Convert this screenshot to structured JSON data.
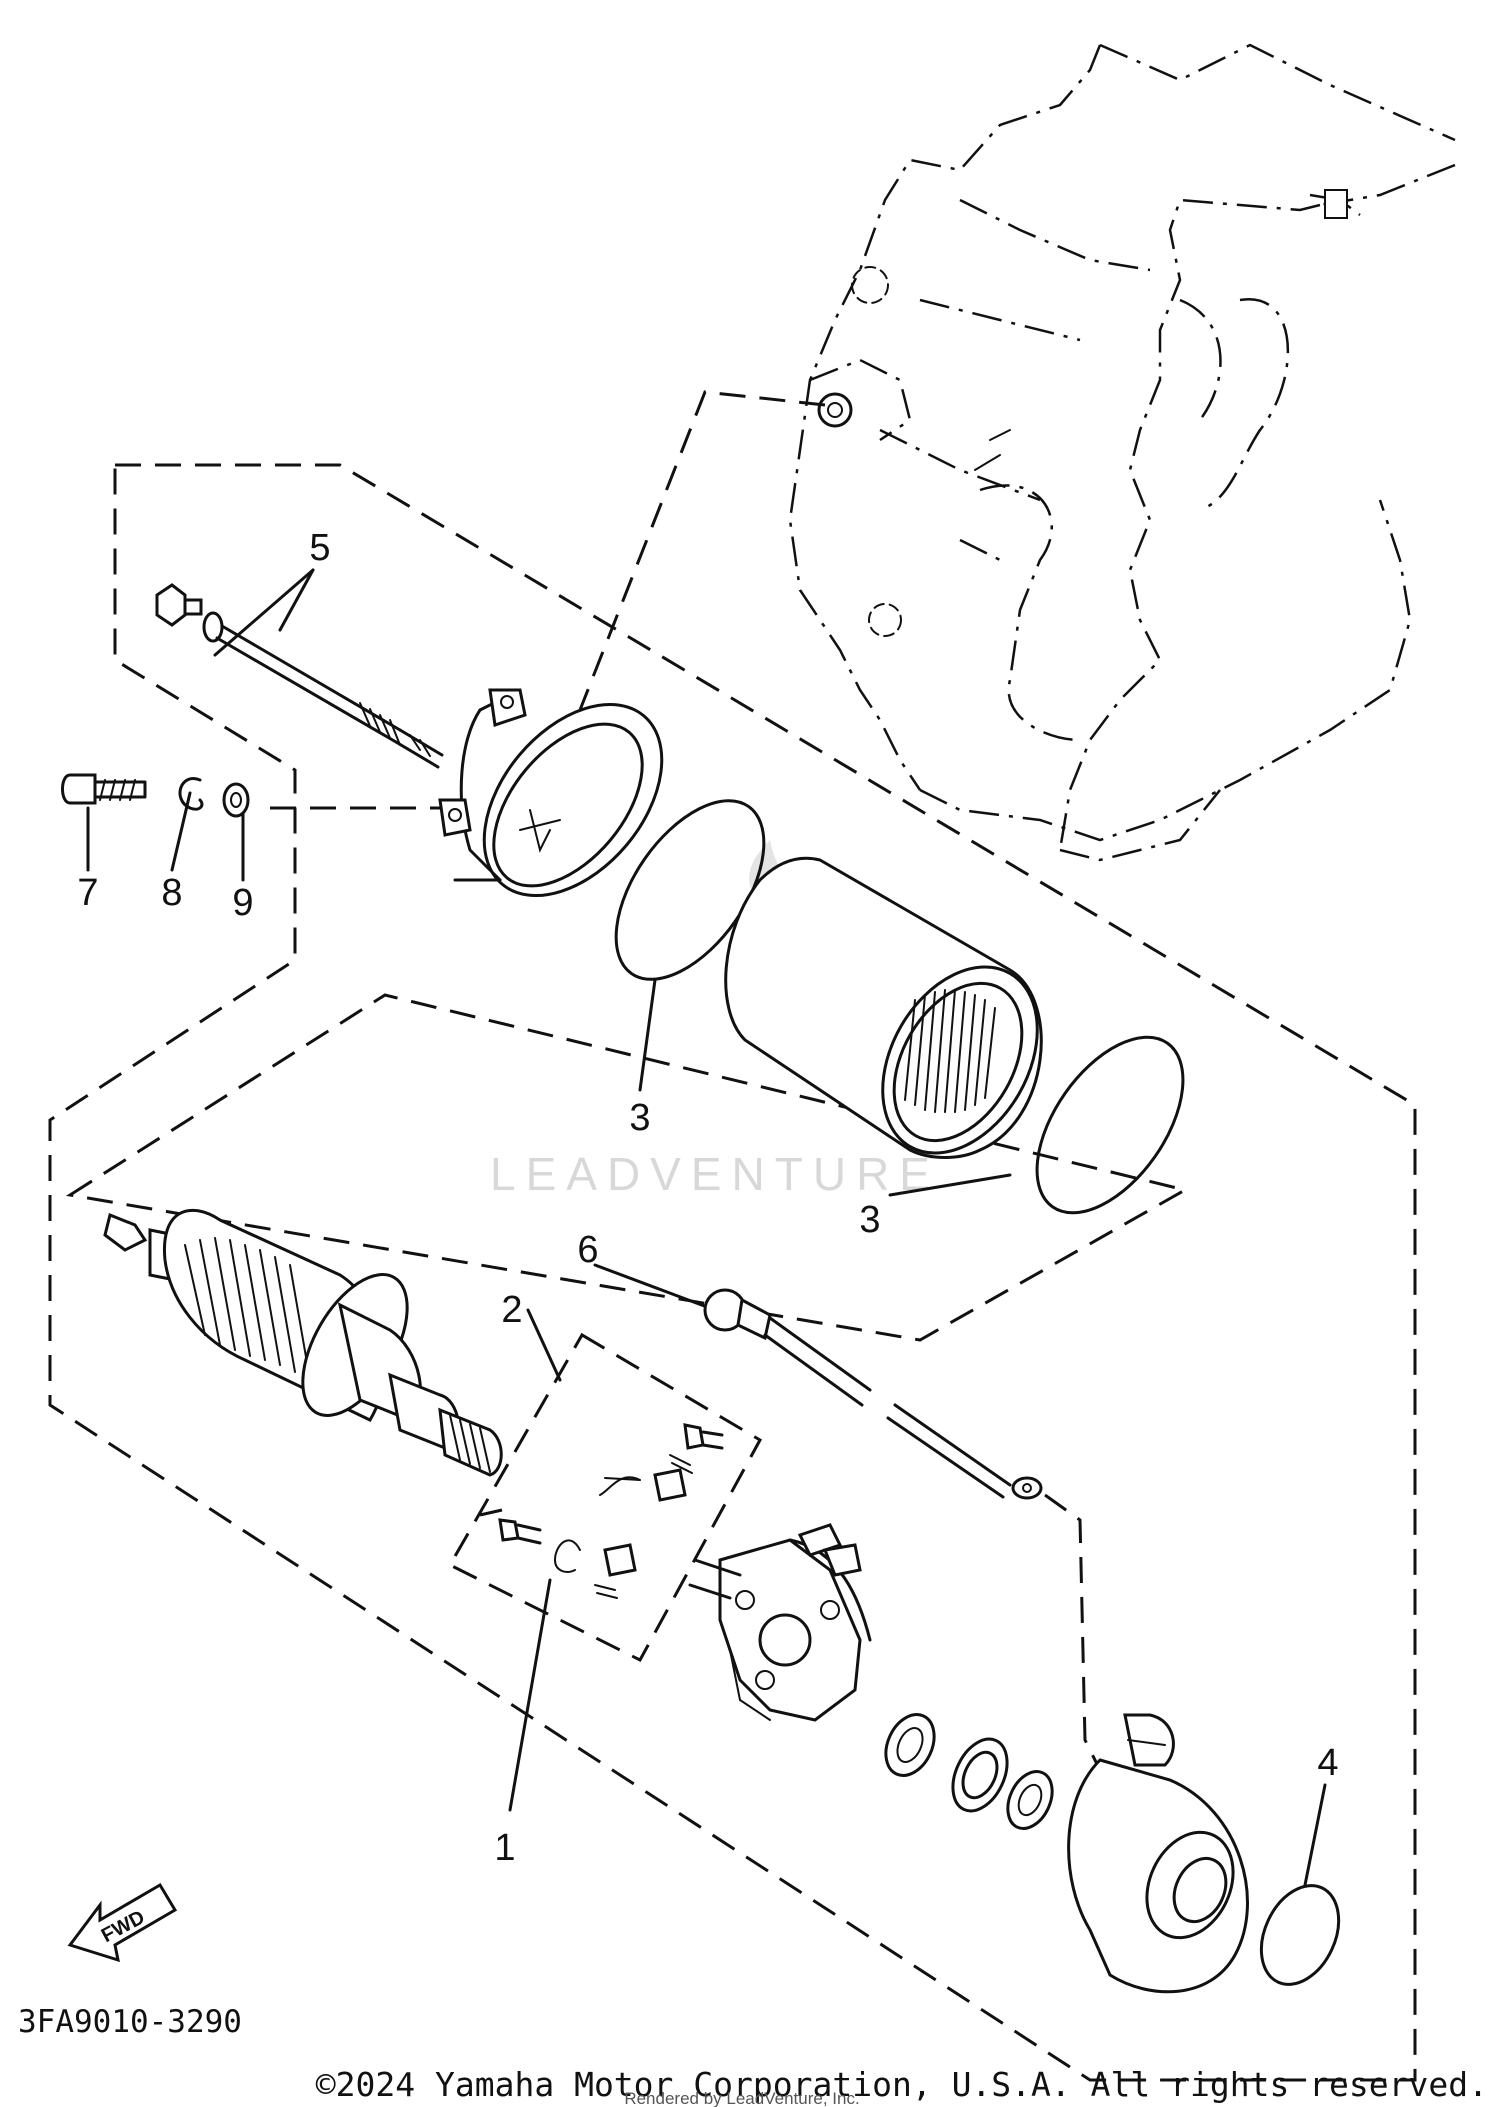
{
  "callouts": {
    "c1": "1",
    "c2": "2",
    "c3a": "3",
    "c3b": "3",
    "c4": "4",
    "c5": "5",
    "c6": "6",
    "c7": "7",
    "c8": "8",
    "c9": "9"
  },
  "fwd_label": "FWD",
  "diagram_code": "3FA9010-3290",
  "copyright": "©2024 Yamaha Motor Corporation, U.S.A. All rights reserved.",
  "rendered_by": "Rendered by LeadVenture, Inc.",
  "watermark": "LEADVENTURE"
}
